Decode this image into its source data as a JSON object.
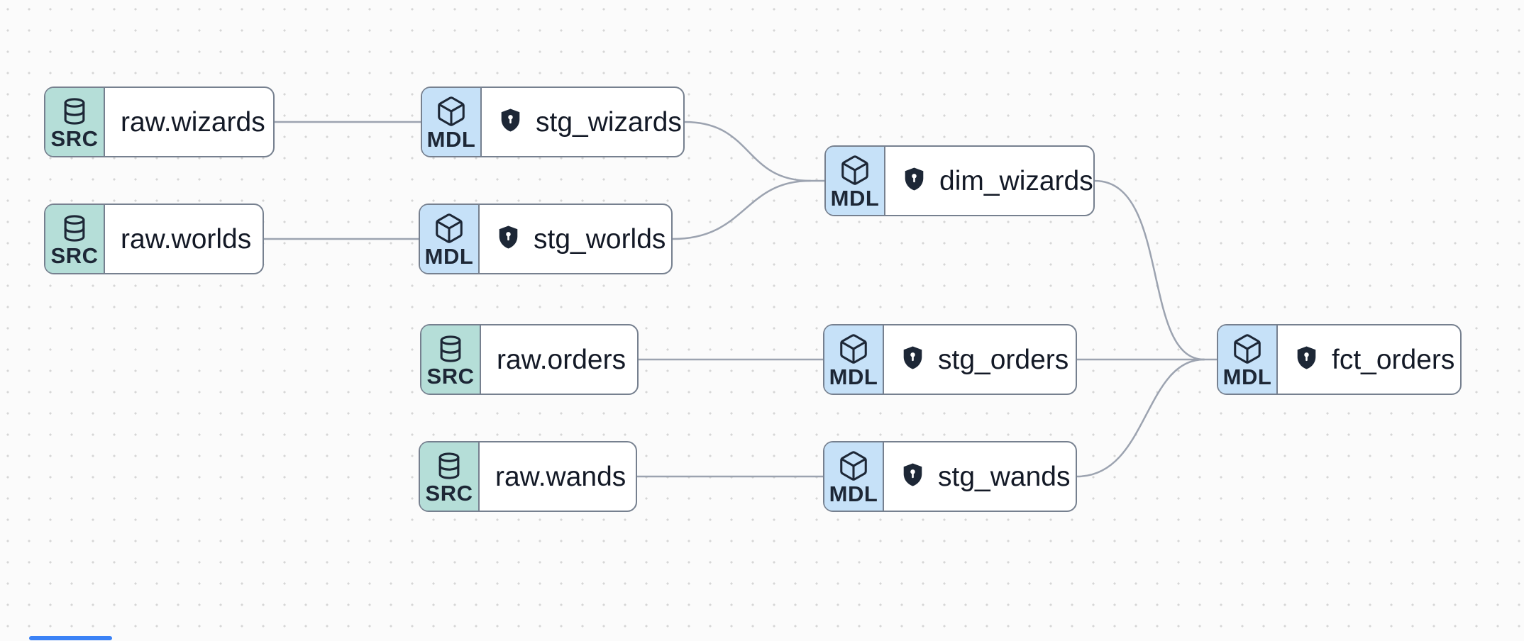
{
  "app": {
    "name": "data-lineage-canvas"
  },
  "palette": {
    "background": "#fbfbfb",
    "grid_dot": "#d6d6d6",
    "edge": "#9ca3b0",
    "node_border": "#76808f",
    "node_background": "#ffffff",
    "src_badge_background": "#b5ded8",
    "mdl_badge_background": "#c6e1f8",
    "icon_ink": "#1d2736",
    "label_ink": "#131926",
    "scrollbar": "#3b82f6"
  },
  "node_types": {
    "source": {
      "badge_label": "SRC",
      "icon": "database-icon"
    },
    "model": {
      "badge_label": "MDL",
      "icon": "cube-icon"
    }
  },
  "nodes": [
    {
      "id": "raw_wizards",
      "label": "raw.wizards",
      "type_label": "SRC",
      "kind": "source",
      "shield": false
    },
    {
      "id": "stg_wizards",
      "label": "stg_wizards",
      "type_label": "MDL",
      "kind": "model",
      "shield": true
    },
    {
      "id": "dim_wizards",
      "label": "dim_wizards",
      "type_label": "MDL",
      "kind": "model",
      "shield": true
    },
    {
      "id": "raw_worlds",
      "label": "raw.worlds",
      "type_label": "SRC",
      "kind": "source",
      "shield": false
    },
    {
      "id": "stg_worlds",
      "label": "stg_worlds",
      "type_label": "MDL",
      "kind": "model",
      "shield": true
    },
    {
      "id": "raw_orders",
      "label": "raw.orders",
      "type_label": "SRC",
      "kind": "source",
      "shield": false
    },
    {
      "id": "stg_orders",
      "label": "stg_orders",
      "type_label": "MDL",
      "kind": "model",
      "shield": true
    },
    {
      "id": "fct_orders",
      "label": "fct_orders",
      "type_label": "MDL",
      "kind": "model",
      "shield": true
    },
    {
      "id": "raw_wands",
      "label": "raw.wands",
      "type_label": "SRC",
      "kind": "source",
      "shield": false
    },
    {
      "id": "stg_wands",
      "label": "stg_wands",
      "type_label": "MDL",
      "kind": "model",
      "shield": true
    }
  ],
  "edges": [
    {
      "from": "raw.wizards",
      "to": "stg_wizards"
    },
    {
      "from": "raw.worlds",
      "to": "stg_worlds"
    },
    {
      "from": "stg_wizards",
      "to": "dim_wizards"
    },
    {
      "from": "stg_worlds",
      "to": "dim_wizards"
    },
    {
      "from": "raw.orders",
      "to": "stg_orders"
    },
    {
      "from": "raw.wands",
      "to": "stg_wands"
    },
    {
      "from": "dim_wizards",
      "to": "fct_orders"
    },
    {
      "from": "stg_orders",
      "to": "fct_orders"
    },
    {
      "from": "stg_wands",
      "to": "fct_orders"
    }
  ]
}
